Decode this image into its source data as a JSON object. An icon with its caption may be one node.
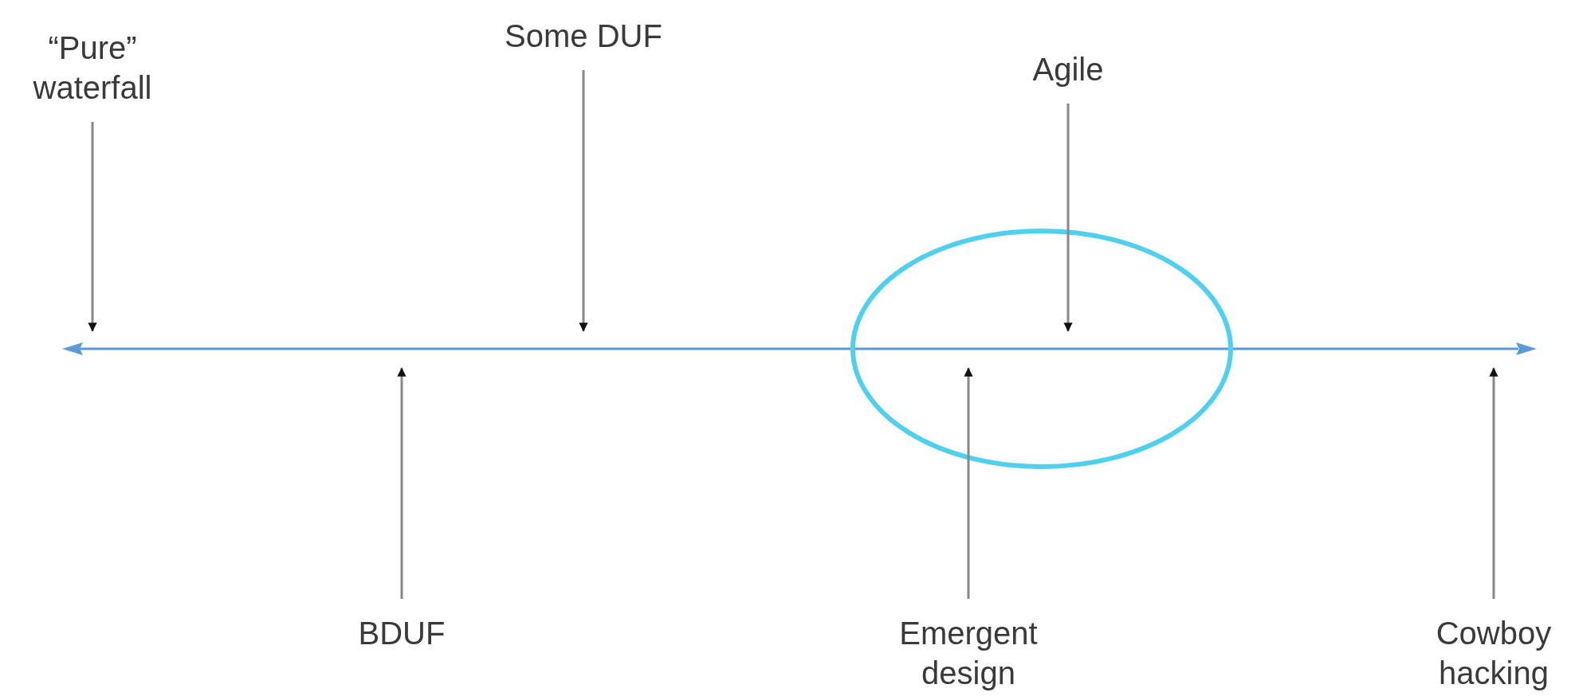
{
  "diagram": {
    "nodes": [
      {
        "text": [
          "“Pure” waterfall"
        ]
      },
      {
        "text": [
          "Some DUF"
        ]
      },
      {
        "text": [
          "Agile"
        ]
      },
      {
        "text": [
          "BDUF"
        ]
      },
      {
        "text": [
          "Emergent design"
        ]
      },
      {
        "text": [
          "Cowboy hacking"
        ]
      }
    ],
    "edges": [
      {
        "from": 0,
        "to": null,
        "arrow": "to"
      },
      {
        "from": 1,
        "to": null,
        "arrow": "to"
      },
      {
        "from": 2,
        "to": null,
        "arrow": "to"
      },
      {
        "from": 3,
        "to": null,
        "arrow": "to"
      },
      {
        "from": 4,
        "to": null,
        "arrow": "to"
      },
      {
        "from": 5,
        "to": null,
        "arrow": "to"
      }
    ]
  }
}
